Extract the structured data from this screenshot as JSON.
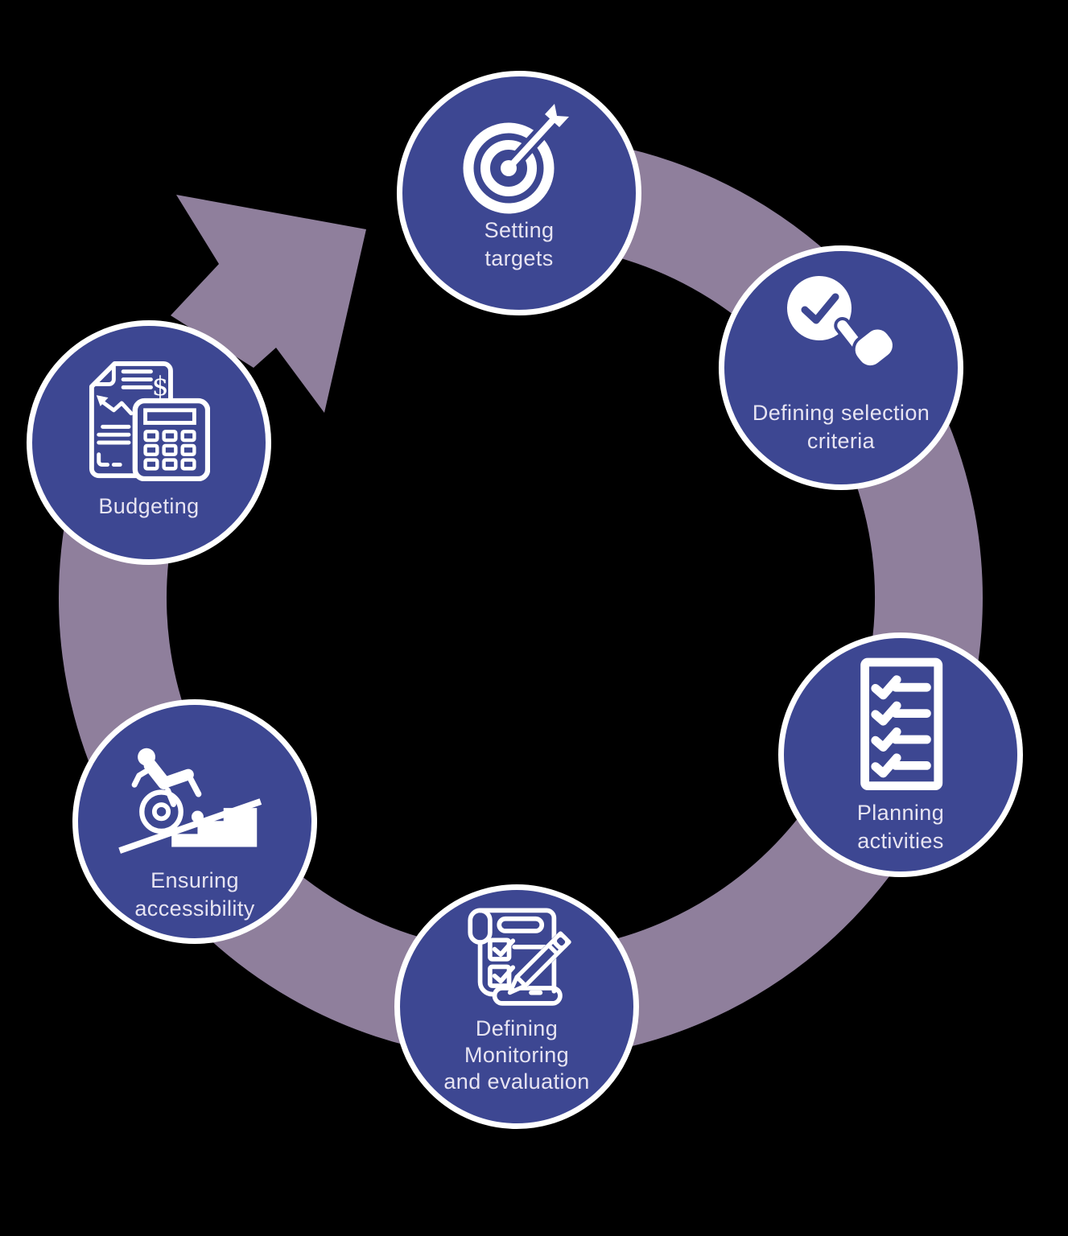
{
  "diagram": {
    "type": "cycle",
    "direction": "clockwise",
    "steps": [
      {
        "label": "Setting\ntargets",
        "icon": "target-arrow-icon"
      },
      {
        "label": "Defining selection\ncriteria",
        "icon": "hand-selecting-check-icon"
      },
      {
        "label": "Planning\nactivities",
        "icon": "checklist-document-icon"
      },
      {
        "label": "Defining\nMonitoring\nand evaluation",
        "icon": "scroll-checklist-pencil-icon"
      },
      {
        "label": "Ensuring\naccessibility",
        "icon": "wheelchair-ramp-stairs-icon"
      },
      {
        "label": "Budgeting",
        "icon": "document-calculator-icon"
      }
    ],
    "colors": {
      "node_fill": "#3d4792",
      "node_border": "#ffffff",
      "ring": "#8f7f9c",
      "label_text": "#e7e4f2",
      "background": "#000000",
      "icon": "#ffffff"
    }
  }
}
